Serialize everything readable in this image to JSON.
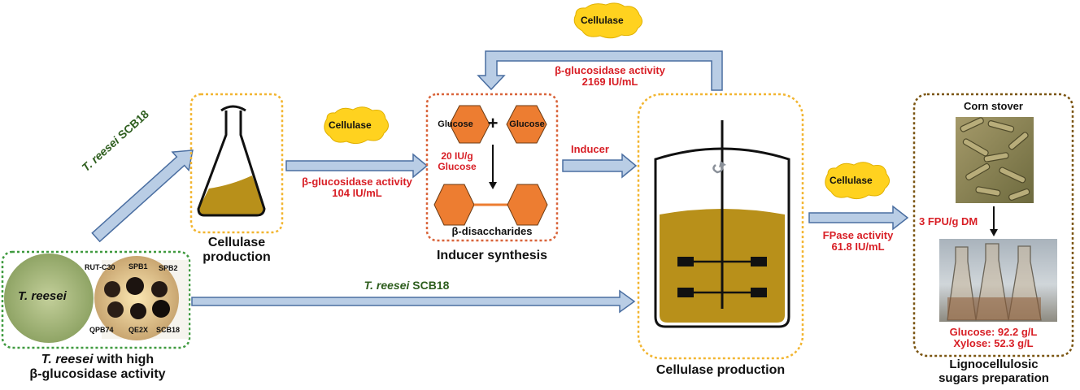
{
  "colors": {
    "arrow_fill": "#b9cde5",
    "arrow_stroke": "#4a6ea1",
    "red_text": "#d81f26",
    "green_text": "#2e5e1e",
    "hexagon": "#ed7d31",
    "broth": "#b8901a",
    "cloud": "#ffd21f",
    "green_box": "#3f9a3f",
    "yellow_box": "#f2b530",
    "orange_box": "#d9643a",
    "brown_box": "#7a5410"
  },
  "strain": {
    "plate_label": "T. reesei",
    "caption_italic": "T. reesei",
    "caption_rest": " with high",
    "caption_line2": "β-glucosidase activity",
    "mutants": [
      "RUT-C30",
      "SPB1",
      "SPB2",
      "QPB74",
      "QE2X",
      "SCB18"
    ]
  },
  "flask": {
    "caption_line1": "Cellulase",
    "caption_line2": "production"
  },
  "diag_arrow": {
    "italic": "T. reesei",
    "rest": " SCB18"
  },
  "bottom_arrow": {
    "italic": "T. reesei",
    "rest": " SCB18"
  },
  "arrow1": {
    "cloud": "Cellulase",
    "line1": "β-glucosidase activity",
    "line2": "104 IU/mL"
  },
  "synthesis": {
    "glucose_a": "Glucose",
    "plus": "+",
    "glucose_b": "Glucose",
    "dose_line1": "20 IU/g",
    "dose_line2": "Glucose",
    "product": "β-disaccharides",
    "caption": "Inducer synthesis"
  },
  "inducer_arrow": {
    "label": "Inducer"
  },
  "feedback": {
    "cloud": "Cellulase",
    "line1": "β-glucosidase activity",
    "line2": "2169 IU/mL"
  },
  "reactor": {
    "caption": "Cellulase production"
  },
  "arrow3": {
    "cloud": "Cellulase",
    "line1": "FPase activity",
    "line2": "61.8 IU/mL"
  },
  "sugars": {
    "stover_label": "Corn stover",
    "dose": "3 FPU/g DM",
    "glucose": "Glucose: 92.2 g/L",
    "xylose": "Xylose: 52.3 g/L",
    "caption_line1": "Lignocellulosic",
    "caption_line2": "sugars preparation"
  }
}
